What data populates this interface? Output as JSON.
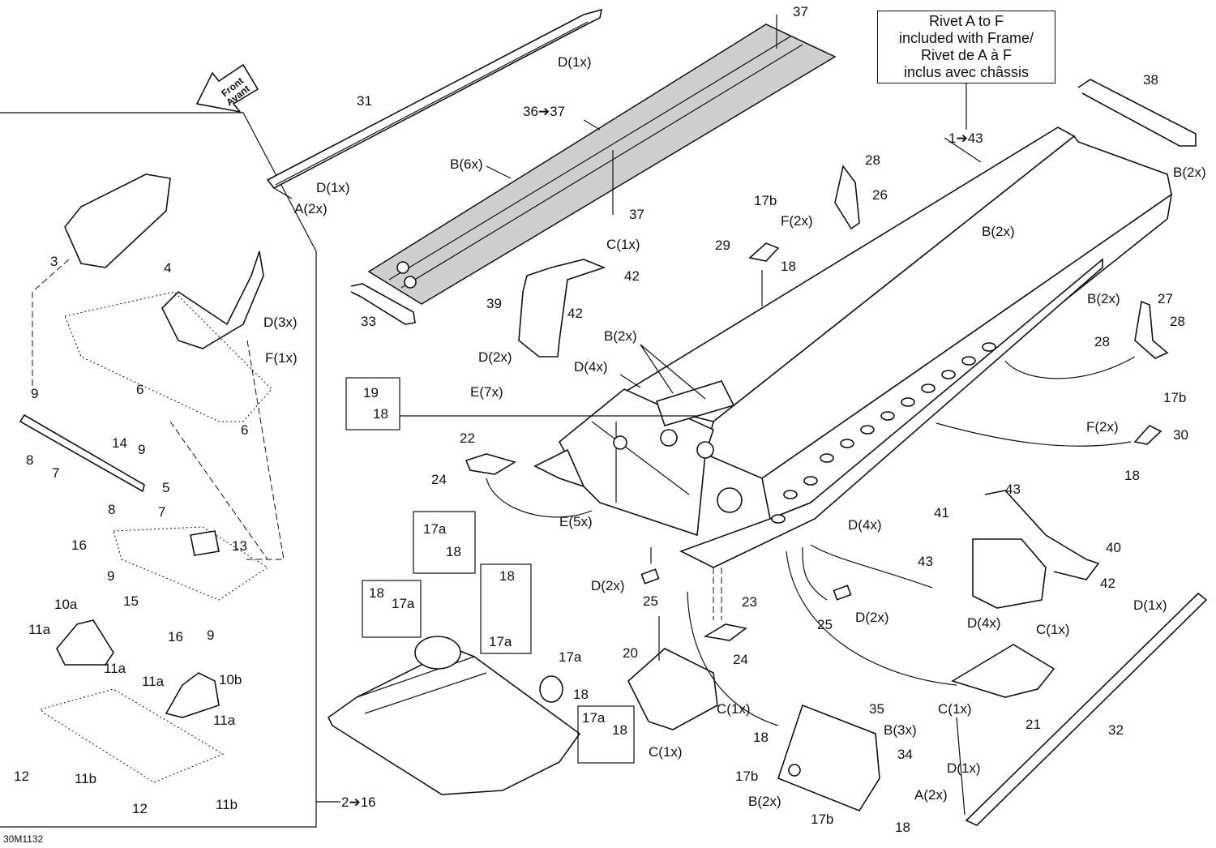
{
  "note": {
    "lines": [
      "Rivet A to F",
      "included with Frame/",
      "Rivet de A à F",
      "inclus avec châssis"
    ]
  },
  "arrow": {
    "line1": "Front",
    "line2": "Avant"
  },
  "reference_code": "30M1132",
  "callouts": [
    {
      "id": "c1",
      "text": "37"
    },
    {
      "id": "c2",
      "text": "D(1x)"
    },
    {
      "id": "c3",
      "text": "31"
    },
    {
      "id": "c4",
      "text": "36➔37"
    },
    {
      "id": "c5",
      "text": "B(6x)"
    },
    {
      "id": "c6",
      "text": "D(1x)"
    },
    {
      "id": "c7",
      "text": "A(2x)"
    },
    {
      "id": "c8",
      "text": "37"
    },
    {
      "id": "c9",
      "text": "33"
    },
    {
      "id": "c10",
      "text": "1➔43"
    },
    {
      "id": "c11",
      "text": "38"
    },
    {
      "id": "c12",
      "text": "B(2x)"
    },
    {
      "id": "c13",
      "text": "28"
    },
    {
      "id": "c14",
      "text": "26"
    },
    {
      "id": "c15",
      "text": "17b"
    },
    {
      "id": "c16",
      "text": "F(2x)"
    },
    {
      "id": "c17",
      "text": "29"
    },
    {
      "id": "c18",
      "text": "18"
    },
    {
      "id": "c19",
      "text": "B(2x)"
    },
    {
      "id": "c20",
      "text": "C(1x)"
    },
    {
      "id": "c21",
      "text": "42"
    },
    {
      "id": "c22",
      "text": "39"
    },
    {
      "id": "c23",
      "text": "42"
    },
    {
      "id": "c24",
      "text": "B(2x)"
    },
    {
      "id": "c25",
      "text": "27"
    },
    {
      "id": "c26",
      "text": "28"
    },
    {
      "id": "c27",
      "text": "28"
    },
    {
      "id": "c28",
      "text": "D(2x)"
    },
    {
      "id": "c29",
      "text": "B(2x)"
    },
    {
      "id": "c30",
      "text": "D(4x)"
    },
    {
      "id": "c31",
      "text": "E(7x)"
    },
    {
      "id": "c32",
      "text": "19"
    },
    {
      "id": "c33",
      "text": "18"
    },
    {
      "id": "c34",
      "text": "17b"
    },
    {
      "id": "c35",
      "text": "F(2x)"
    },
    {
      "id": "c36",
      "text": "30"
    },
    {
      "id": "c37",
      "text": "18"
    },
    {
      "id": "c38",
      "text": "22"
    },
    {
      "id": "c39",
      "text": "24"
    },
    {
      "id": "c40",
      "text": "E(5x)"
    },
    {
      "id": "c41",
      "text": "D(4x)"
    },
    {
      "id": "c42",
      "text": "41"
    },
    {
      "id": "c43",
      "text": "43"
    },
    {
      "id": "c44",
      "text": "40"
    },
    {
      "id": "c45",
      "text": "43"
    },
    {
      "id": "c46",
      "text": "42"
    },
    {
      "id": "c47",
      "text": "D(4x)"
    },
    {
      "id": "c48",
      "text": "D(2x)"
    },
    {
      "id": "c49",
      "text": "25"
    },
    {
      "id": "c50",
      "text": "25"
    },
    {
      "id": "c51",
      "text": "D(2x)"
    },
    {
      "id": "c52",
      "text": "23"
    },
    {
      "id": "c53",
      "text": "24"
    },
    {
      "id": "c54",
      "text": "20"
    },
    {
      "id": "c55",
      "text": "C(1x)"
    },
    {
      "id": "c56",
      "text": "C(1x)"
    },
    {
      "id": "c57",
      "text": "D(1x)"
    },
    {
      "id": "c58",
      "text": "C(1x)"
    },
    {
      "id": "c59",
      "text": "C(1x)"
    },
    {
      "id": "c60",
      "text": "21"
    },
    {
      "id": "c61",
      "text": "32"
    },
    {
      "id": "c62",
      "text": "35"
    },
    {
      "id": "c63",
      "text": "B(3x)"
    },
    {
      "id": "c64",
      "text": "18"
    },
    {
      "id": "c65",
      "text": "34"
    },
    {
      "id": "c66",
      "text": "17b"
    },
    {
      "id": "c67",
      "text": "B(2x)"
    },
    {
      "id": "c68",
      "text": "17b"
    },
    {
      "id": "c69",
      "text": "18"
    },
    {
      "id": "c70",
      "text": "D(1x)"
    },
    {
      "id": "c71",
      "text": "A(2x)"
    },
    {
      "id": "c72",
      "text": "17a"
    },
    {
      "id": "c73",
      "text": "18"
    },
    {
      "id": "c74",
      "text": "18"
    },
    {
      "id": "c75",
      "text": "17a"
    },
    {
      "id": "c76",
      "text": "18"
    },
    {
      "id": "c77",
      "text": "17a"
    },
    {
      "id": "c78",
      "text": "17a"
    },
    {
      "id": "c79",
      "text": "18"
    },
    {
      "id": "c80",
      "text": "17a"
    },
    {
      "id": "c81",
      "text": "18"
    },
    {
      "id": "c82",
      "text": "2➔16"
    },
    {
      "id": "c83",
      "text": "3"
    },
    {
      "id": "c84",
      "text": "4"
    },
    {
      "id": "c85",
      "text": "D(3x)"
    },
    {
      "id": "c86",
      "text": "F(1x)"
    },
    {
      "id": "c87",
      "text": "6"
    },
    {
      "id": "c88",
      "text": "6"
    },
    {
      "id": "c89",
      "text": "9"
    },
    {
      "id": "c90",
      "text": "14"
    },
    {
      "id": "c91",
      "text": "9"
    },
    {
      "id": "c92",
      "text": "8"
    },
    {
      "id": "c93",
      "text": "7"
    },
    {
      "id": "c94",
      "text": "5"
    },
    {
      "id": "c95",
      "text": "8"
    },
    {
      "id": "c96",
      "text": "7"
    },
    {
      "id": "c97",
      "text": "16"
    },
    {
      "id": "c98",
      "text": "13"
    },
    {
      "id": "c99",
      "text": "9"
    },
    {
      "id": "c100",
      "text": "15"
    },
    {
      "id": "c101",
      "text": "16"
    },
    {
      "id": "c102",
      "text": "9"
    },
    {
      "id": "c103",
      "text": "10a"
    },
    {
      "id": "c104",
      "text": "11a"
    },
    {
      "id": "c105",
      "text": "11a"
    },
    {
      "id": "c106",
      "text": "11a"
    },
    {
      "id": "c107",
      "text": "10b"
    },
    {
      "id": "c108",
      "text": "11a"
    },
    {
      "id": "c109",
      "text": "12"
    },
    {
      "id": "c110",
      "text": "11b"
    },
    {
      "id": "c111",
      "text": "12"
    },
    {
      "id": "c112",
      "text": "11b"
    }
  ]
}
